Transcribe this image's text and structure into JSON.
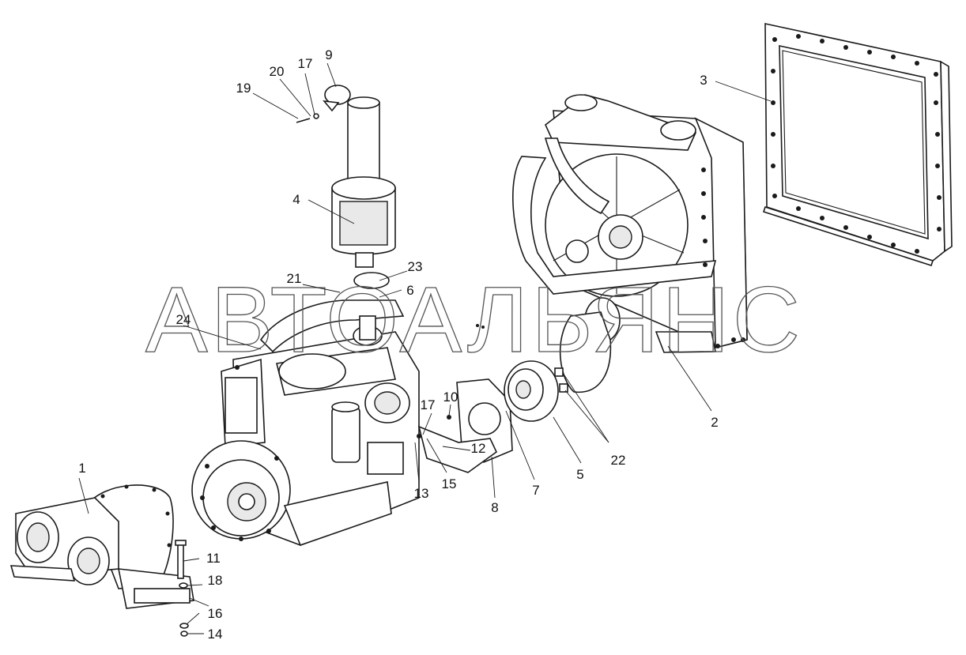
{
  "watermark": "АВТОАЛЬЯНС",
  "callouts": [
    {
      "id": "c1",
      "label": "1"
    },
    {
      "id": "c2",
      "label": "2"
    },
    {
      "id": "c3",
      "label": "3"
    },
    {
      "id": "c4",
      "label": "4"
    },
    {
      "id": "c5",
      "label": "5"
    },
    {
      "id": "c6",
      "label": "6"
    },
    {
      "id": "c7",
      "label": "7"
    },
    {
      "id": "c8",
      "label": "8"
    },
    {
      "id": "c9",
      "label": "9"
    },
    {
      "id": "c10",
      "label": "10"
    },
    {
      "id": "c11",
      "label": "11"
    },
    {
      "id": "c12",
      "label": "12"
    },
    {
      "id": "c13",
      "label": "13"
    },
    {
      "id": "c14",
      "label": "14"
    },
    {
      "id": "c15",
      "label": "15"
    },
    {
      "id": "c16",
      "label": "16"
    },
    {
      "id": "c17a",
      "label": "17"
    },
    {
      "id": "c17b",
      "label": "17"
    },
    {
      "id": "c18",
      "label": "18"
    },
    {
      "id": "c19",
      "label": "19"
    },
    {
      "id": "c20",
      "label": "20"
    },
    {
      "id": "c21",
      "label": "21"
    },
    {
      "id": "c22",
      "label": "22"
    },
    {
      "id": "c23",
      "label": "23"
    },
    {
      "id": "c24",
      "label": "24"
    }
  ]
}
